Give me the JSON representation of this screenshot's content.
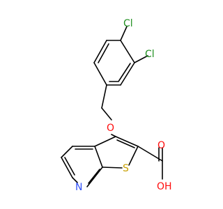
{
  "molecule": {
    "atoms": {
      "cl1": {
        "symbol": "Cl",
        "color": "#1f8f1f"
      },
      "cl2": {
        "symbol": "Cl",
        "color": "#1f8f1f"
      },
      "o_ether": {
        "symbol": "O",
        "color": "#ff0d0d"
      },
      "o_carbonyl": {
        "symbol": "O",
        "color": "#ff0d0d"
      },
      "o_hydroxyl": {
        "symbol": "OH",
        "color": "#ff0d0d"
      },
      "n": {
        "symbol": "N",
        "color": "#3050f8"
      },
      "s": {
        "symbol": "S",
        "color": "#c8a000"
      }
    }
  }
}
